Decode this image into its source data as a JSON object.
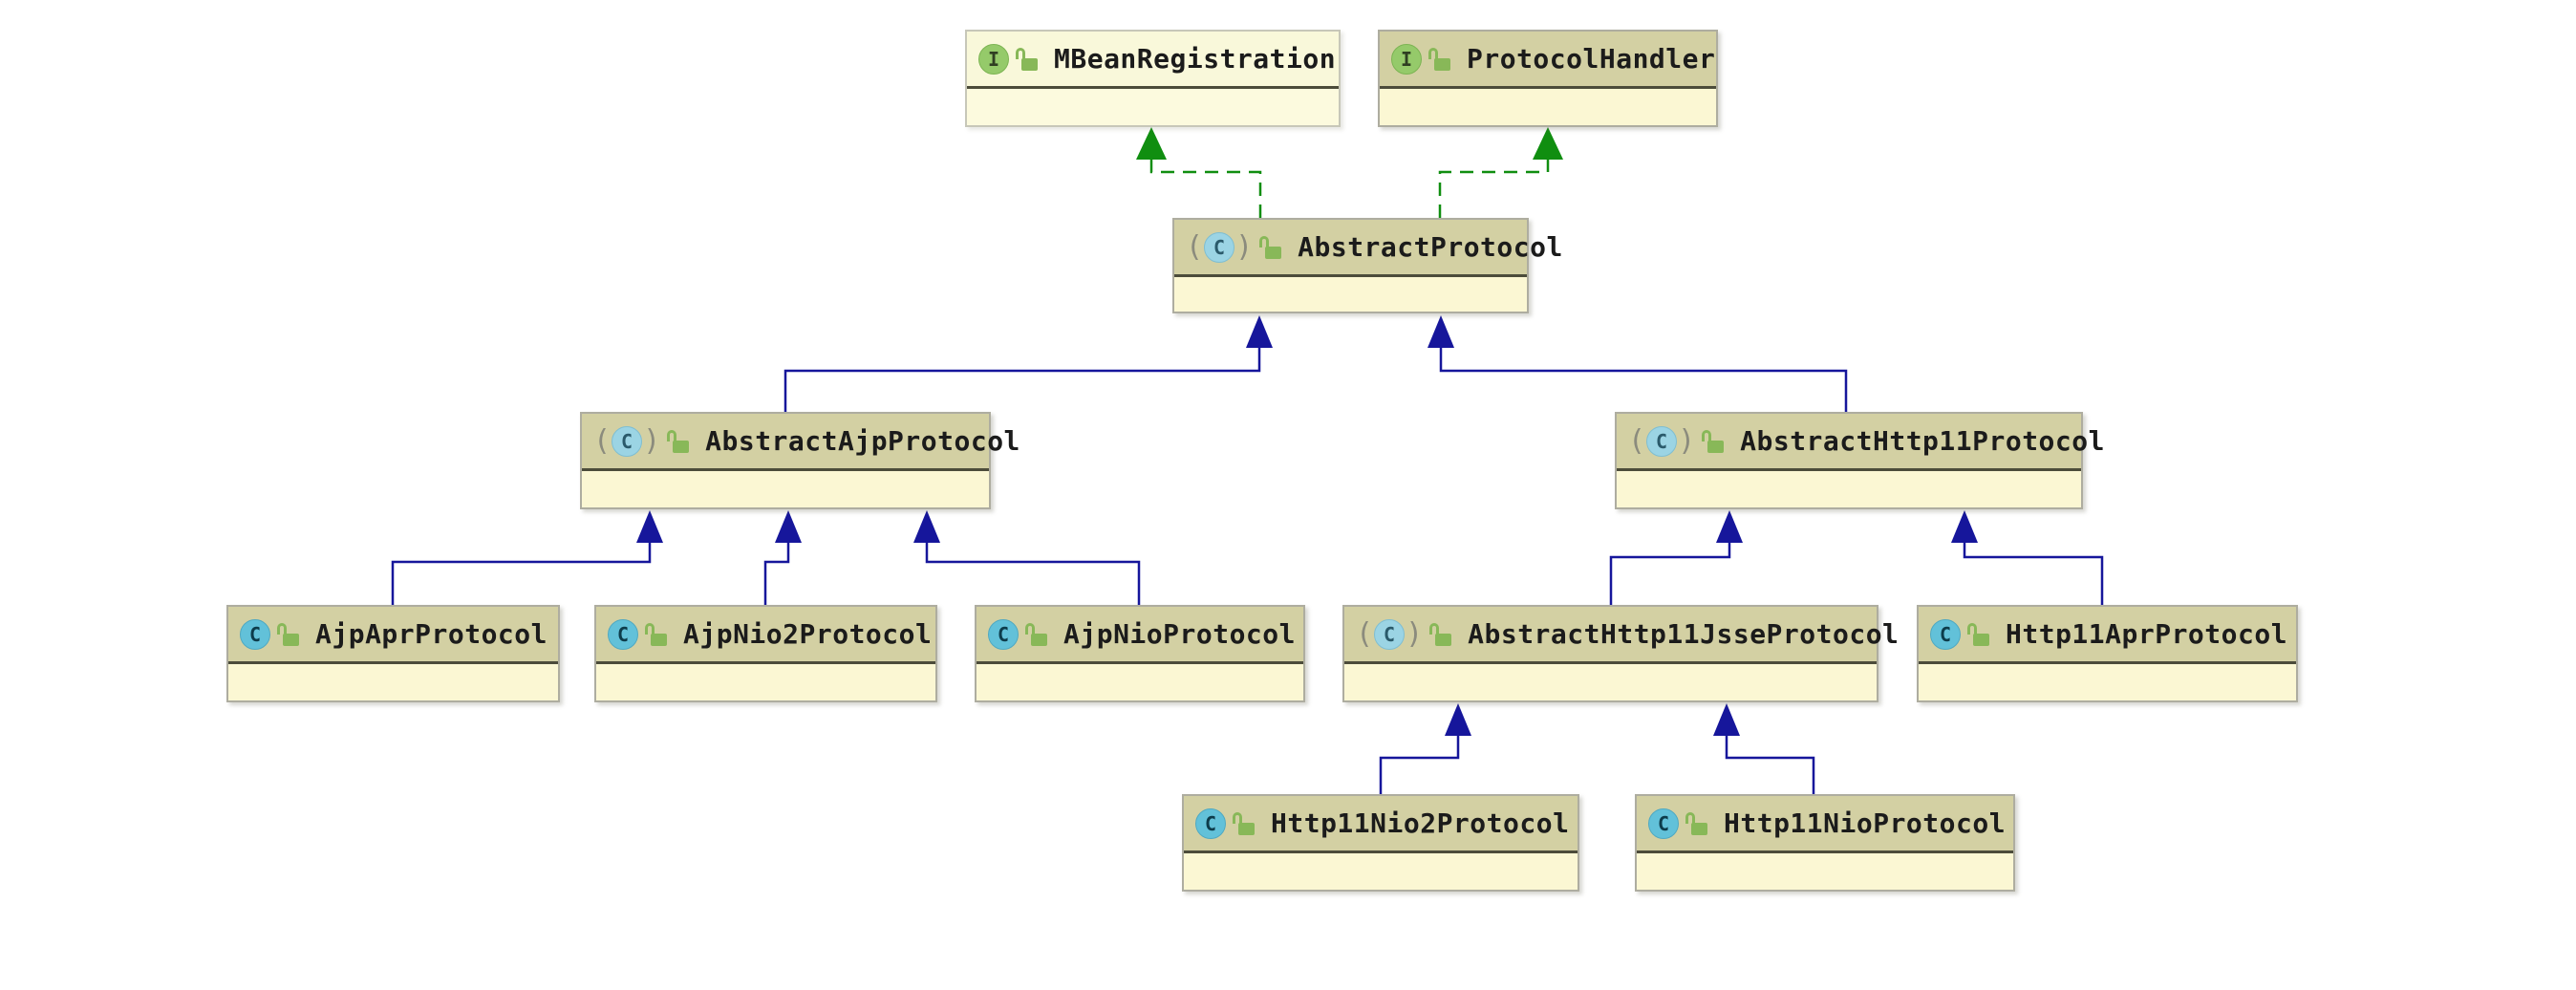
{
  "diagram": {
    "type": "uml-class-hierarchy",
    "nodes": [
      {
        "name": "MBeanRegistration",
        "kind": "interface",
        "icon": "interface-icon",
        "icon_letter": "I",
        "modifier_icon": "unlocked-padlock-icon"
      },
      {
        "name": "ProtocolHandler",
        "kind": "interface",
        "icon": "interface-icon",
        "icon_letter": "I",
        "modifier_icon": "unlocked-padlock-icon"
      },
      {
        "name": "AbstractProtocol",
        "kind": "abstract-class",
        "icon": "abstract-class-icon",
        "icon_letter": "C",
        "paren_open": "(",
        "paren_close": ")",
        "modifier_icon": "unlocked-padlock-icon"
      },
      {
        "name": "AbstractAjpProtocol",
        "kind": "abstract-class",
        "icon": "abstract-class-icon",
        "icon_letter": "C",
        "paren_open": "(",
        "paren_close": ")",
        "modifier_icon": "unlocked-padlock-icon"
      },
      {
        "name": "AbstractHttp11Protocol",
        "kind": "abstract-class",
        "icon": "abstract-class-icon",
        "icon_letter": "C",
        "paren_open": "(",
        "paren_close": ")",
        "modifier_icon": "unlocked-padlock-icon"
      },
      {
        "name": "AjpAprProtocol",
        "kind": "class",
        "icon": "class-icon",
        "icon_letter": "C",
        "modifier_icon": "unlocked-padlock-icon"
      },
      {
        "name": "AjpNio2Protocol",
        "kind": "class",
        "icon": "class-icon",
        "icon_letter": "C",
        "modifier_icon": "unlocked-padlock-icon"
      },
      {
        "name": "AjpNioProtocol",
        "kind": "class",
        "icon": "class-icon",
        "icon_letter": "C",
        "modifier_icon": "unlocked-padlock-icon"
      },
      {
        "name": "AbstractHttp11JsseProtocol",
        "kind": "abstract-class",
        "icon": "abstract-class-icon",
        "icon_letter": "C",
        "paren_open": "(",
        "paren_close": ")",
        "modifier_icon": "unlocked-padlock-icon"
      },
      {
        "name": "Http11AprProtocol",
        "kind": "class",
        "icon": "class-icon",
        "icon_letter": "C",
        "modifier_icon": "unlocked-padlock-icon"
      },
      {
        "name": "Http11Nio2Protocol",
        "kind": "class",
        "icon": "class-icon",
        "icon_letter": "C",
        "modifier_icon": "unlocked-padlock-icon"
      },
      {
        "name": "Http11NioProtocol",
        "kind": "class",
        "icon": "class-icon",
        "icon_letter": "C",
        "modifier_icon": "unlocked-padlock-icon"
      }
    ],
    "edges": [
      {
        "from": "AbstractProtocol",
        "to": "MBeanRegistration",
        "type": "implements"
      },
      {
        "from": "AbstractProtocol",
        "to": "ProtocolHandler",
        "type": "implements"
      },
      {
        "from": "AbstractAjpProtocol",
        "to": "AbstractProtocol",
        "type": "extends"
      },
      {
        "from": "AbstractHttp11Protocol",
        "to": "AbstractProtocol",
        "type": "extends"
      },
      {
        "from": "AjpAprProtocol",
        "to": "AbstractAjpProtocol",
        "type": "extends"
      },
      {
        "from": "AjpNio2Protocol",
        "to": "AbstractAjpProtocol",
        "type": "extends"
      },
      {
        "from": "AjpNioProtocol",
        "to": "AbstractAjpProtocol",
        "type": "extends"
      },
      {
        "from": "AbstractHttp11JsseProtocol",
        "to": "AbstractHttp11Protocol",
        "type": "extends"
      },
      {
        "from": "Http11AprProtocol",
        "to": "AbstractHttp11Protocol",
        "type": "extends"
      },
      {
        "from": "Http11Nio2Protocol",
        "to": "AbstractHttp11JsseProtocol",
        "type": "extends"
      },
      {
        "from": "Http11NioProtocol",
        "to": "AbstractHttp11JsseProtocol",
        "type": "extends"
      }
    ]
  },
  "colors": {
    "extends_navy": "#16169b",
    "implements_green": "#108e10",
    "header_khaki": "#d3d0a3",
    "header_light": "#f9f8da",
    "body_cream": "#fbf7d3",
    "divider_dark": "#4c4c3a",
    "interface_icon_green": "#95ca6a",
    "class_icon_blue": "#62c1d9",
    "lock_icon_green": "#88b858",
    "canvas_background": "#ffffff"
  }
}
